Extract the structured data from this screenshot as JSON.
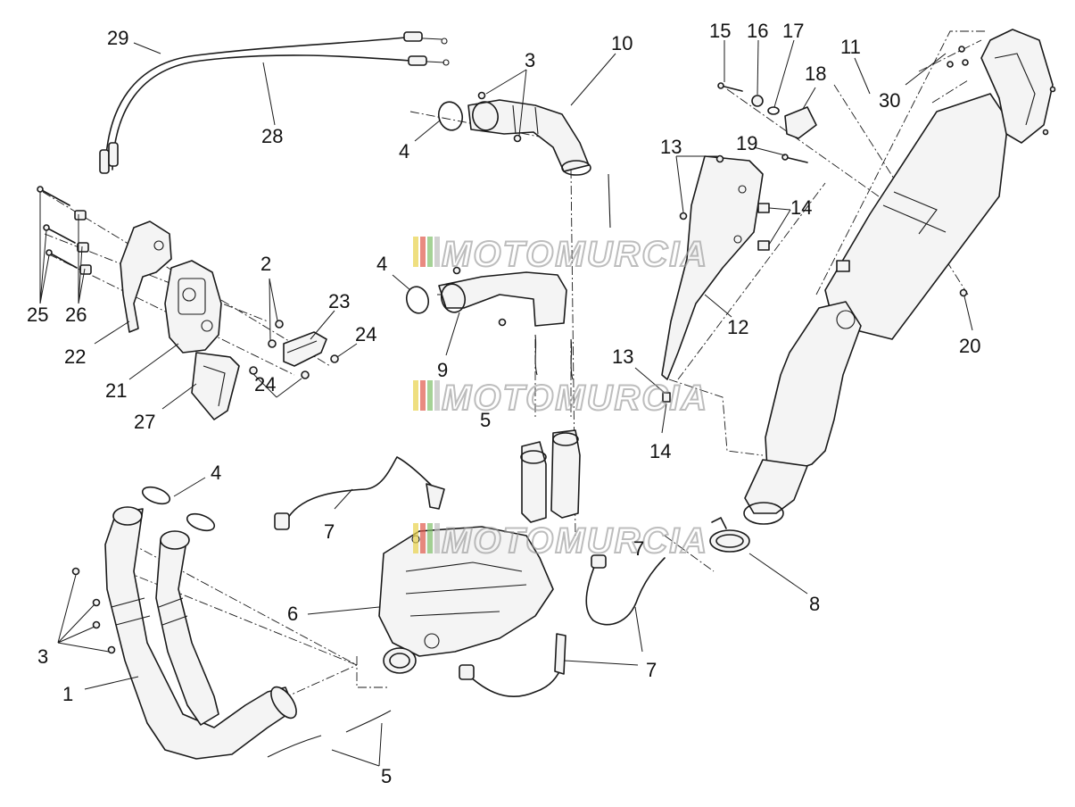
{
  "watermark": {
    "text": "MOTOMURCIA",
    "stripe_colors": [
      "#e8d24a",
      "#e0584a",
      "#7fbf6a",
      "#bdbdbd"
    ]
  },
  "callouts": [
    {
      "id": "c29",
      "label": "29"
    },
    {
      "id": "c28",
      "label": "28"
    },
    {
      "id": "c25",
      "label": "25"
    },
    {
      "id": "c26",
      "label": "26"
    },
    {
      "id": "c22",
      "label": "22"
    },
    {
      "id": "c21",
      "label": "21"
    },
    {
      "id": "c27",
      "label": "27"
    },
    {
      "id": "c2",
      "label": "2"
    },
    {
      "id": "c23",
      "label": "23"
    },
    {
      "id": "c24a",
      "label": "24"
    },
    {
      "id": "c24b",
      "label": "24"
    },
    {
      "id": "c3a",
      "label": "3"
    },
    {
      "id": "c10",
      "label": "10"
    },
    {
      "id": "c4a",
      "label": "4"
    },
    {
      "id": "c4b",
      "label": "4"
    },
    {
      "id": "c9",
      "label": "9"
    },
    {
      "id": "c5a",
      "label": "5"
    },
    {
      "id": "c15",
      "label": "15"
    },
    {
      "id": "c16",
      "label": "16"
    },
    {
      "id": "c17",
      "label": "17"
    },
    {
      "id": "c11",
      "label": "11"
    },
    {
      "id": "c18",
      "label": "18"
    },
    {
      "id": "c30",
      "label": "30"
    },
    {
      "id": "c13a",
      "label": "13"
    },
    {
      "id": "c19",
      "label": "19"
    },
    {
      "id": "c14a",
      "label": "14"
    },
    {
      "id": "c12",
      "label": "12"
    },
    {
      "id": "c20",
      "label": "20"
    },
    {
      "id": "c13b",
      "label": "13"
    },
    {
      "id": "c14b",
      "label": "14"
    },
    {
      "id": "c4c",
      "label": "4"
    },
    {
      "id": "c7a",
      "label": "7"
    },
    {
      "id": "c6",
      "label": "6"
    },
    {
      "id": "c3b",
      "label": "3"
    },
    {
      "id": "c1",
      "label": "1"
    },
    {
      "id": "c8",
      "label": "8"
    },
    {
      "id": "c7b",
      "label": "7"
    },
    {
      "id": "c7c",
      "label": "7"
    },
    {
      "id": "c5b",
      "label": "5"
    }
  ]
}
